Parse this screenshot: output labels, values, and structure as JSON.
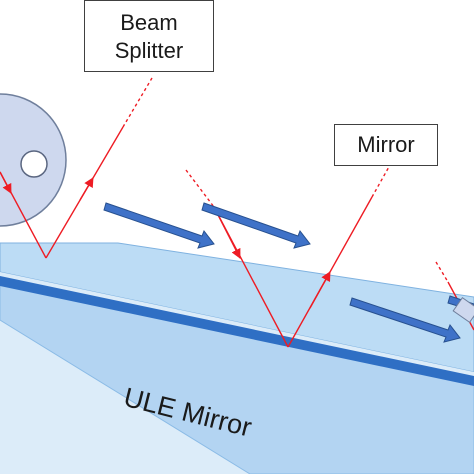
{
  "labels": {
    "beam_splitter_line1": "Beam",
    "beam_splitter_line2": "Splitter",
    "mirror": "Mirror",
    "ule_mirror": "ULE Mirror"
  },
  "colors": {
    "substrate_top": "#bcdcf5",
    "substrate_side": "#a9cdef",
    "substrate_edge": "#2f6fc4",
    "beam_splitter_disk": "#ced8ee",
    "beam": "#ee1c24",
    "arrow_fill": "#3f72c8",
    "arrow_stroke": "#27508f"
  }
}
